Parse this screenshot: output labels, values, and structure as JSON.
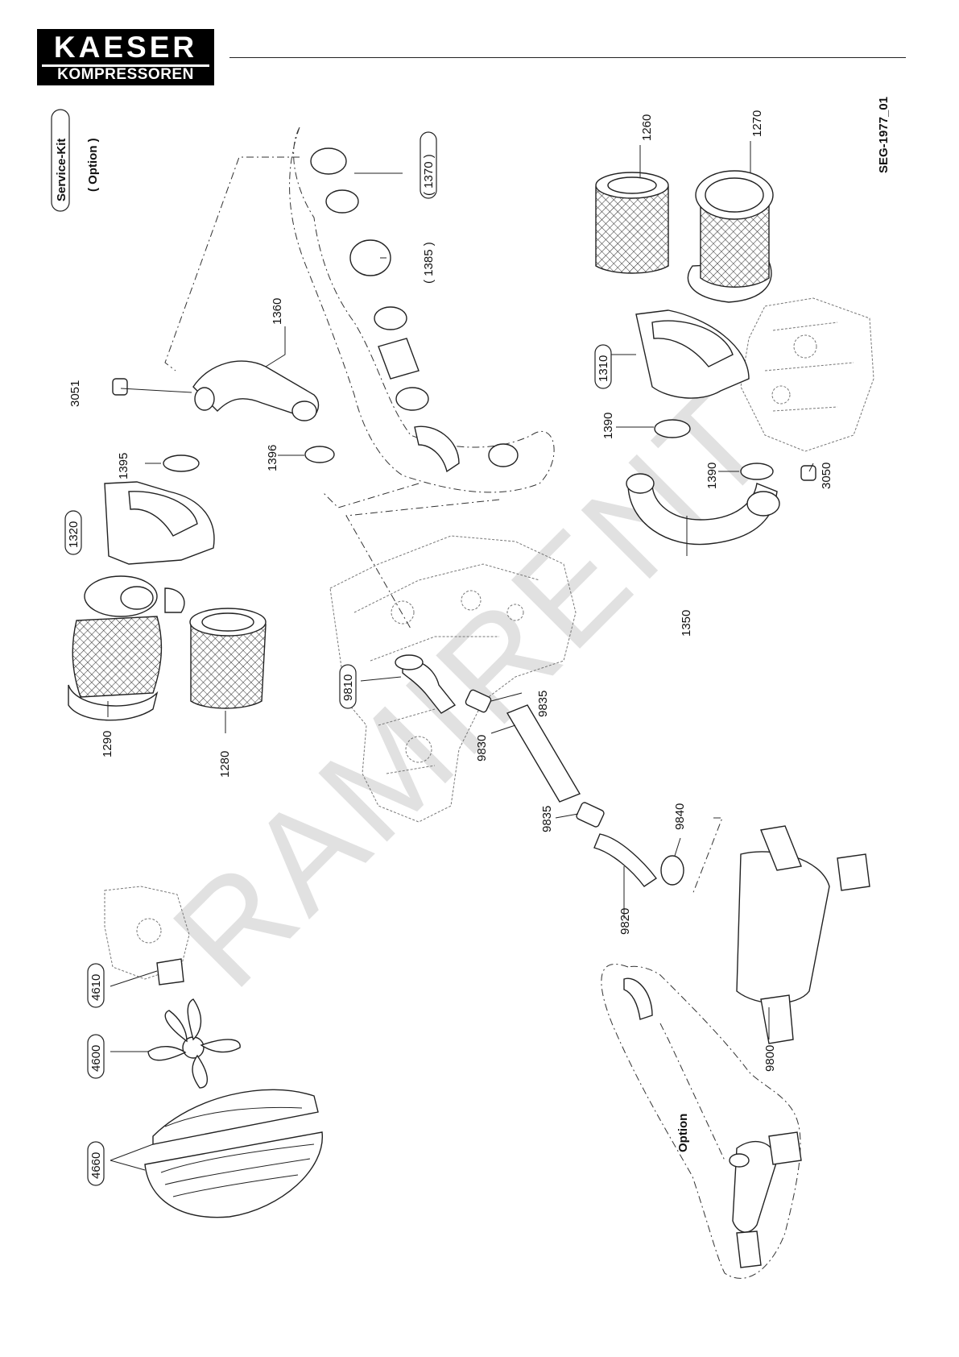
{
  "brand": {
    "line1": "KAESER",
    "line2": "KOMPRESSOREN"
  },
  "drawing_id": "SEG-1977_01",
  "service_kit": {
    "label": "Service-Kit",
    "note": "( Option )"
  },
  "option_label": "Option",
  "watermark": "RAMIRENT",
  "parts": {
    "p1260": "1260",
    "p1270": "1270",
    "p1370": "( 1370 )",
    "p1385": "( 1385 )",
    "p1360": "1360",
    "p3051": "3051",
    "p1395": "1395",
    "p1396": "1396",
    "p1320": "1320",
    "p1310": "1310",
    "p1390a": "1390",
    "p1390b": "1390",
    "p3050": "3050",
    "p1350": "1350",
    "p1290": "1290",
    "p1280": "1280",
    "p9810": "9810",
    "p9835a": "9835",
    "p9830": "9830",
    "p9835b": "9835",
    "p9840": "9840",
    "p9820": "9820",
    "p9800": "9800",
    "p4610": "4610",
    "p4600": "4600",
    "p4660": "4660"
  },
  "boxed_parts": [
    "p1370",
    "p1320",
    "p1310",
    "p9810",
    "p4610",
    "p4600",
    "p4660"
  ]
}
